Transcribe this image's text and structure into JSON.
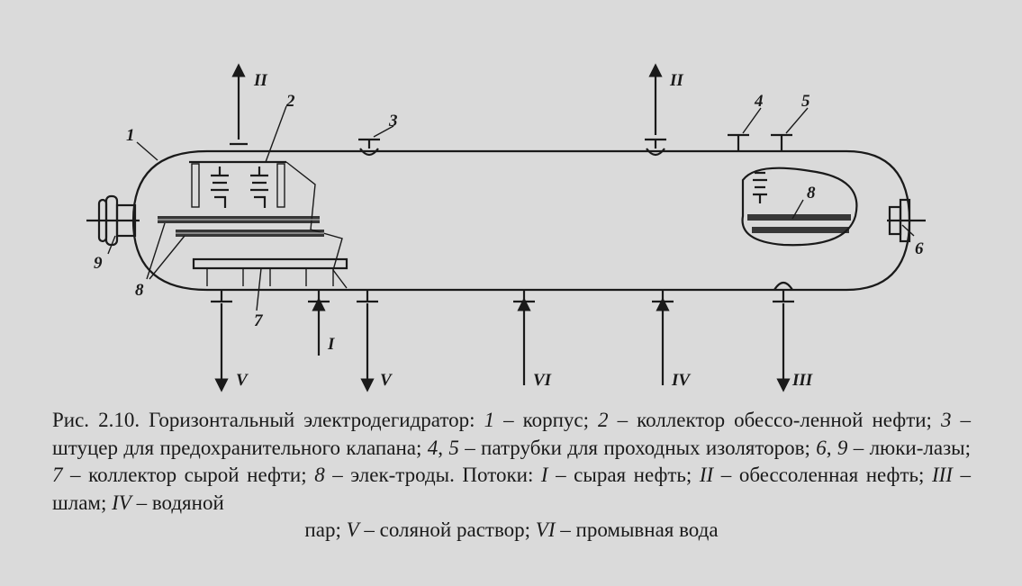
{
  "figure": {
    "labels": {
      "n1": "1",
      "n2": "2",
      "n3": "3",
      "n4": "4",
      "n5": "5",
      "n6": "6",
      "n7": "7",
      "n8a": "8",
      "n8b": "8",
      "n9": "9"
    },
    "flows": {
      "II_left": "II",
      "II_right": "II",
      "I": "I",
      "V_left": "V",
      "V_right": "V",
      "VI": "VI",
      "IV": "IV",
      "III": "III"
    }
  },
  "caption": {
    "prefix": "Рис. 2.10. Горизонтальный электродегидратор: ",
    "k1": "1",
    "t1": " – корпус; ",
    "k2": "2",
    "t2": " – коллектор обессо-ленной нефти; ",
    "k3": "3",
    "t3": " – штуцер для предохранительного клапана; ",
    "k4": "4",
    "t4a": ", ",
    "k5": "5",
    "t5": " – патрубки для проходных изоляторов; ",
    "k6": "6",
    "t6a": ", ",
    "k9": "9",
    "t9": " – люки-лазы; ",
    "k7": "7",
    "t7": " – коллектор сырой нефти; ",
    "k8": "8",
    "t8": " – элек-троды. Потоки: ",
    "kI": "I",
    "tI": " – сырая нефть; ",
    "kII": "II",
    "tII": " – обессоленная нефть; ",
    "kIII": "III",
    "tIII": " – шлам; ",
    "kIV": "IV",
    "tIV": " – водяной",
    "tIV2": "пар; ",
    "kV": "V",
    "tV": " – соляной раствор; ",
    "kVI": "VI",
    "tVI": " – промывная вода"
  }
}
